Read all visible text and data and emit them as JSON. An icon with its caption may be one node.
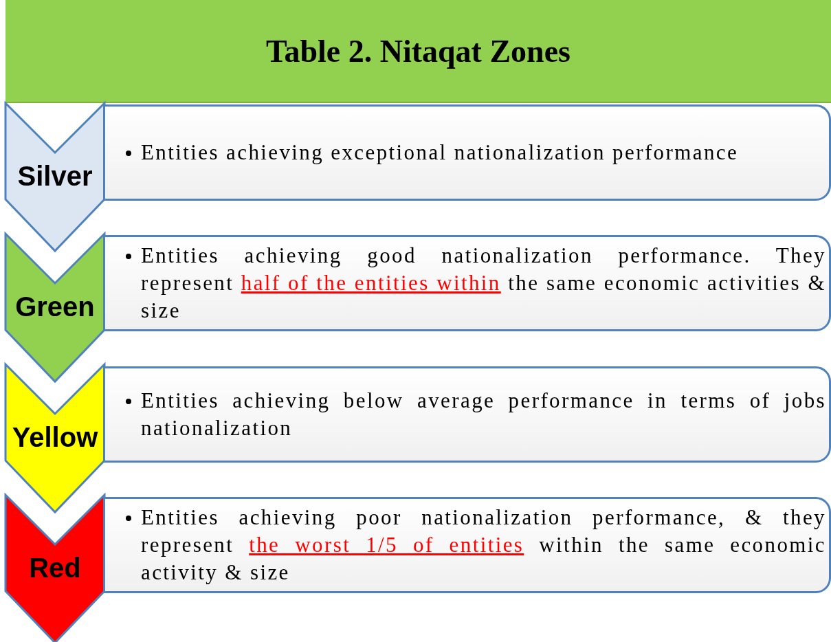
{
  "diagram": {
    "title": "Table 2. Nitaqat Zones",
    "nodes": [
      {
        "text": [
          "Silver"
        ]
      },
      {
        "text": [
          "Entities achieving exceptional nationalization performance"
        ]
      },
      {
        "text": [
          "Green"
        ]
      },
      {
        "text": [
          "Entities achieving good nationalization performance. They represent *half of  the entities within* the same economic activities & size"
        ]
      },
      {
        "text": [
          "Yellow"
        ]
      },
      {
        "text": [
          "Entities achieving below average performance in terms of jobs nationalization"
        ]
      },
      {
        "text": [
          "Red"
        ]
      },
      {
        "text": [
          "Entities achieving poor nationalization performance, & they represent *the worst 1/5 of entities* within the same economic activity & size"
        ]
      }
    ]
  }
}
